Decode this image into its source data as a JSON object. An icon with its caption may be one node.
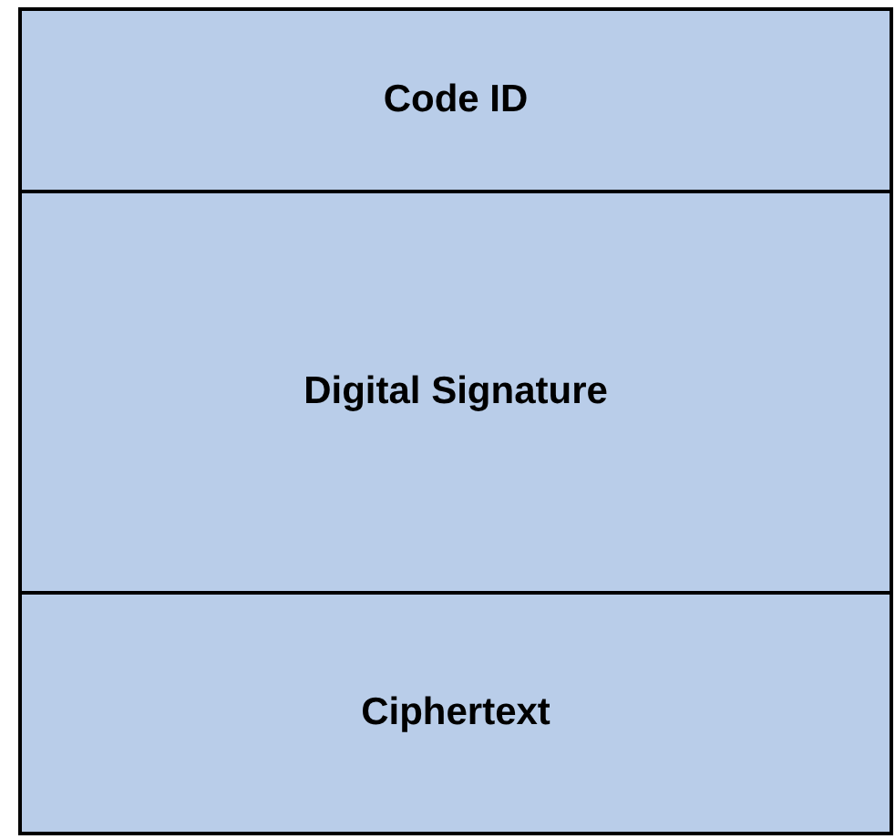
{
  "diagram": {
    "nodes": [
      {
        "text": [
          "Code ID"
        ]
      },
      {
        "text": [
          "Digital Signature"
        ]
      },
      {
        "text": [
          "Ciphertext"
        ]
      }
    ]
  }
}
